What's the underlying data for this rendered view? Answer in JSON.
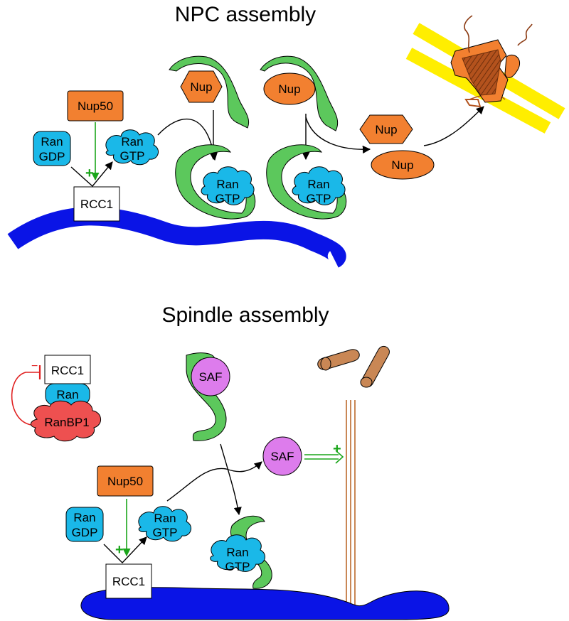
{
  "npc": {
    "title": "NPC assembly",
    "nup50": "Nup50",
    "ran_gdp": [
      "Ran",
      "GDP"
    ],
    "ran_gtp": [
      "Ran",
      "GTP"
    ],
    "rcc1": "RCC1",
    "plus": "+",
    "nup_hex_bound": "Nup",
    "nup_oval_bound": "Nup",
    "ran_gtp_bound_1": [
      "Ran",
      "GTP"
    ],
    "ran_gtp_bound_2": [
      "Ran",
      "GTP"
    ],
    "nup_hex_free": "Nup",
    "nup_oval_free": "Nup"
  },
  "spindle": {
    "title": "Spindle assembly",
    "rcc1_inhibited": "RCC1",
    "inhibit": "−",
    "ran": "Ran",
    "ranbp1": "RanBP1",
    "saf_bound": "SAF",
    "saf_free": "SAF",
    "plus_mt": "+",
    "nup50": "Nup50",
    "ran_gdp": [
      "Ran",
      "GDP"
    ],
    "ran_gtp": [
      "Ran",
      "GTP"
    ],
    "plus": "+",
    "rcc1": "RCC1",
    "ran_gtp_bound": [
      "Ran",
      "GTP"
    ]
  },
  "colors": {
    "ran": "#1ab8e8",
    "nup": "#f28030",
    "importin": "#5cc85c",
    "chromatin": "#0a14e6",
    "saf": "#dd7cec",
    "ranbp1": "#ee5050",
    "inhibit": "#e02020",
    "activate": "#1aa51a",
    "membrane": "#ffee00",
    "pore": "#f28030",
    "microtubule": "#c98755"
  }
}
